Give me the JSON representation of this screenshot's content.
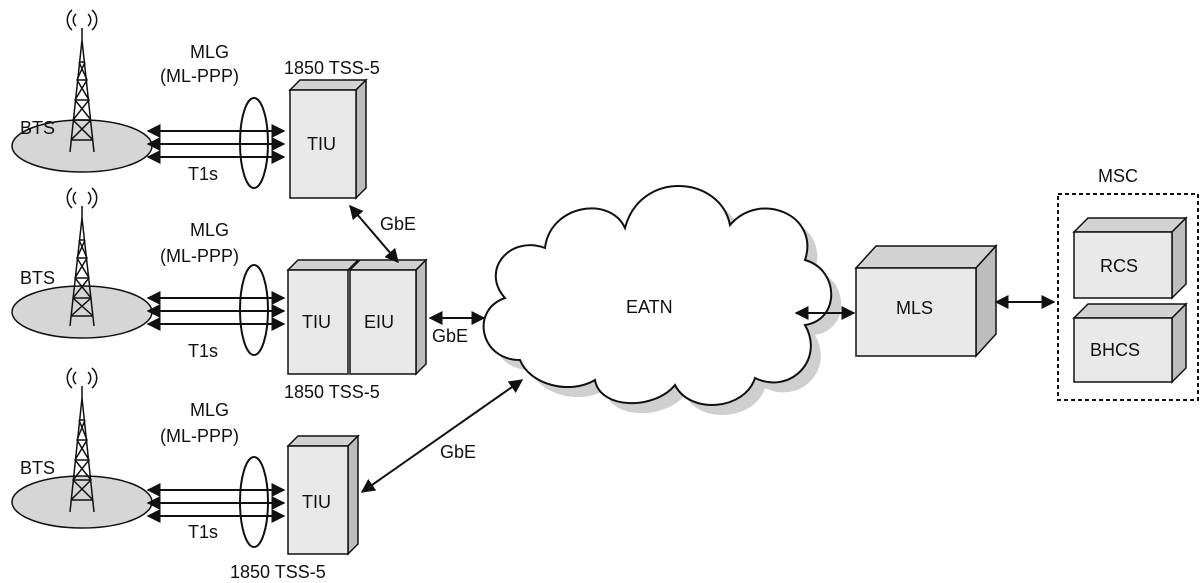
{
  "sites": [
    {
      "bts_label": "BTS",
      "mlg_label": "MLG",
      "mlppp_label": "(ML-PPP)",
      "t1_label": "T1s",
      "unit_title": "1850 TSS-5",
      "tiu_label": "TIU"
    },
    {
      "bts_label": "BTS",
      "mlg_label": "MLG",
      "mlppp_label": "(ML-PPP)",
      "t1_label": "T1s",
      "unit_title": "1850 TSS-5",
      "tiu_label": "TIU",
      "eiu_label": "EIU"
    },
    {
      "bts_label": "BTS",
      "mlg_label": "MLG",
      "mlppp_label": "(ML-PPP)",
      "t1_label": "T1s",
      "unit_title": "1850 TSS-5",
      "tiu_label": "TIU"
    }
  ],
  "links": {
    "gbe_top": "GbE",
    "gbe_mid": "GbE",
    "gbe_bottom": "GbE"
  },
  "cloud_label": "EATN",
  "mls_label": "MLS",
  "msc": {
    "title": "MSC",
    "rcs_label": "RCS",
    "bhcs_label": "BHCS"
  },
  "colors": {
    "box_fill": "#e9e9e9",
    "box_top": "#d2d2d2",
    "box_side": "#bdbdbd",
    "cloud_shadow": "#cfcfcf",
    "ellipse_fill": "#d6d6d6",
    "stroke": "#111111"
  }
}
